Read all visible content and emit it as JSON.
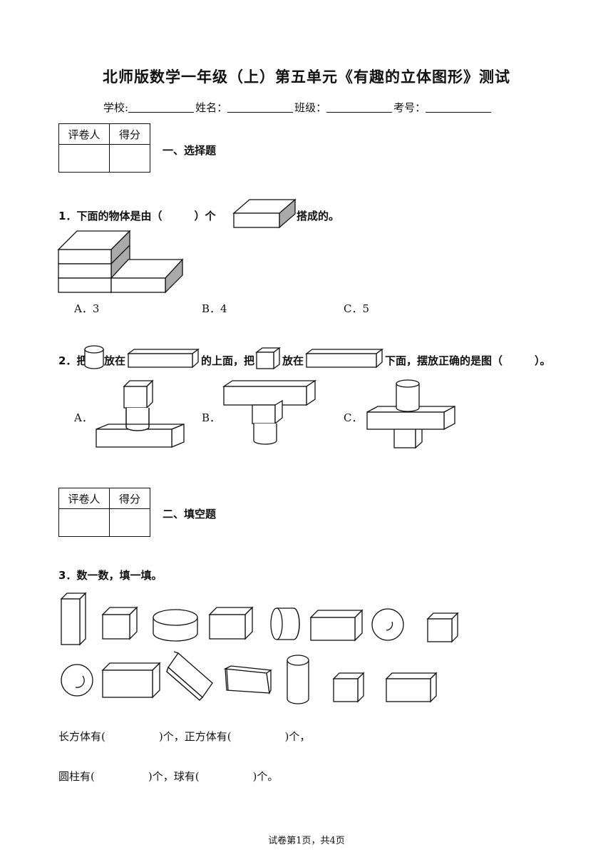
{
  "title": "北师版数学一年级（上）第五单元《有趣的立体图形》测试",
  "info": {
    "school_label": "学校:",
    "name_label": "姓名：",
    "class_label": "班级：",
    "exam_no_label": "考号："
  },
  "score_table": {
    "grader_label": "评卷人",
    "score_label": "得分"
  },
  "sections": [
    {
      "label": "一、选择题"
    },
    {
      "label": "二、填空题"
    }
  ],
  "questions": {
    "q1": {
      "number": "1．",
      "text_before": "下面的物体是由（　　　）个",
      "text_after": "搭成的。",
      "options": [
        "A．3",
        "B．4",
        "C．5"
      ]
    },
    "q2": {
      "number": "2．",
      "part1": "把",
      "part2": "放在",
      "part3": "的上面，把",
      "part4": "放在",
      "part5": "下面，摆放正确的是图（　　　）。",
      "options": [
        "A．",
        "B．",
        "C．"
      ]
    },
    "q3": {
      "number": "3．",
      "text": "数一数，填一填。",
      "fill_line1": "长方体有(　　　　　)个，正方体有(　　　　　)个，",
      "fill_line2": "圆柱有(　　　　　)个，球有(　　　　　)个。"
    }
  },
  "footer": "试卷第1页，共4页"
}
